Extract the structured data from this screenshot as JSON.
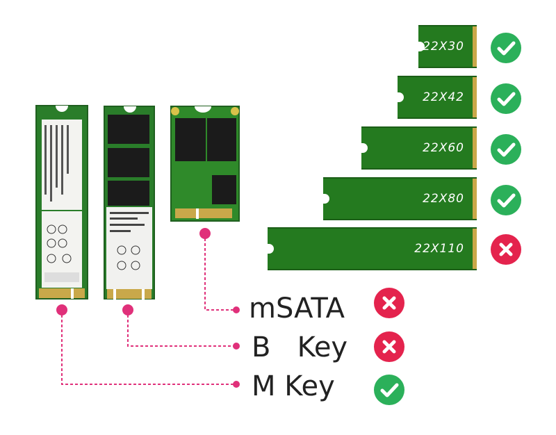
{
  "sizes": [
    {
      "label": "22X30",
      "ok": true
    },
    {
      "label": "22X42",
      "ok": true
    },
    {
      "label": "22X60",
      "ok": true
    },
    {
      "label": "22X80",
      "ok": true
    },
    {
      "label": "22X110",
      "ok": false
    }
  ],
  "keys": [
    {
      "label": "mSATA",
      "ok": false
    },
    {
      "label": "B   Key",
      "ok": false
    },
    {
      "label": "M Key",
      "ok": true
    }
  ],
  "colors": {
    "pcb_green": "#247a1f",
    "check_green": "#2bb05a",
    "cross_red": "#e4234d",
    "connector_pink": "#e0307a"
  },
  "icons": {
    "ok": "check-circle-icon",
    "no": "x-circle-icon"
  }
}
